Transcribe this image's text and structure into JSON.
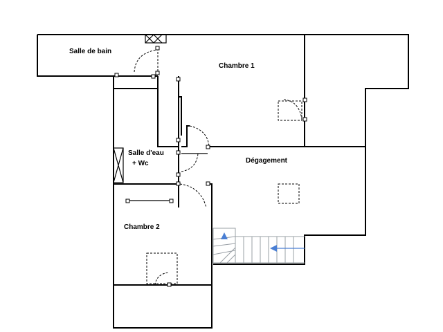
{
  "rooms": {
    "salle_de_bain": "Salle de bain",
    "chambre_1": "Chambre 1",
    "salle_deau_line1": "Salle d'eau",
    "salle_deau_line2": "+ Wc",
    "degagement": "Dégagement",
    "chambre_2": "Chambre 2"
  },
  "colors": {
    "walls": "#000000",
    "stairs": "#9aa0a6",
    "arrows": "#4a7fd4"
  }
}
